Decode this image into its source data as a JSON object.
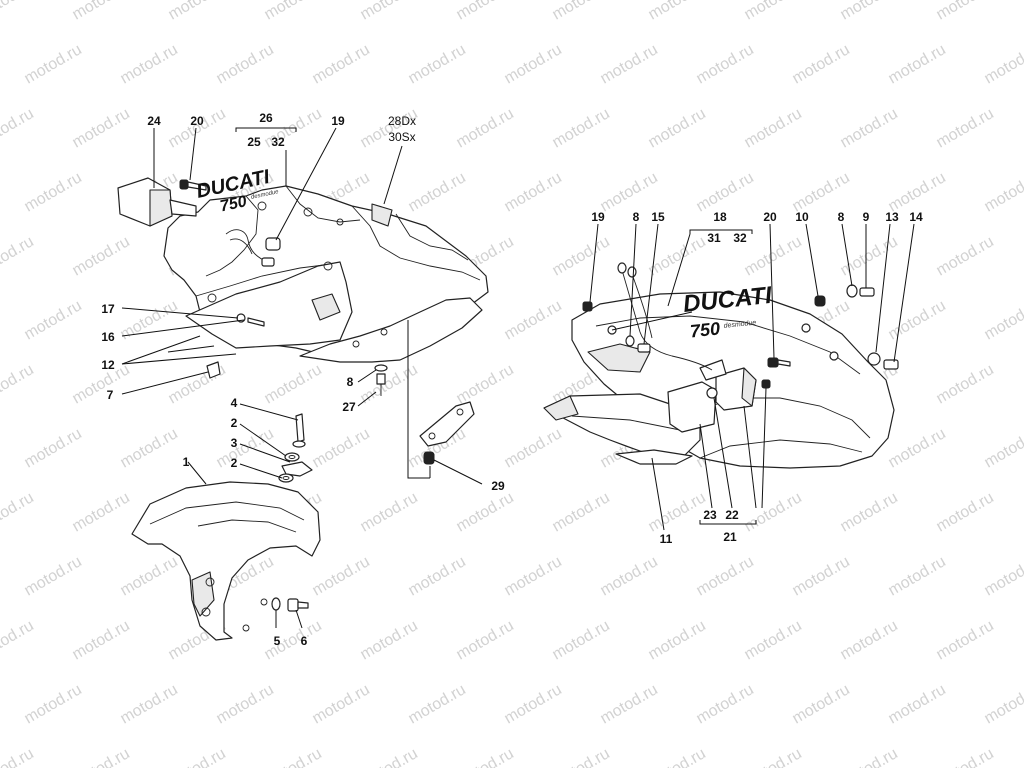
{
  "watermark": "motod.ru",
  "brand": {
    "logo_text": "DUCATI",
    "model_text": "750",
    "sub_text": "desmodue"
  },
  "callouts": {
    "c24": "24",
    "c20a": "20",
    "c26": "26",
    "c25": "25",
    "c32a": "32",
    "c19a": "19",
    "c28": "28Dx",
    "c30": "30Sx",
    "c17": "17",
    "c16": "16",
    "c12": "12",
    "c7": "7",
    "c8a": "8",
    "c27": "27",
    "c29": "29",
    "c4": "4",
    "c2a": "2",
    "c3": "3",
    "c2b": "2",
    "c1": "1",
    "c5": "5",
    "c6": "6",
    "c19b": "19",
    "c8b": "8",
    "c15": "15",
    "c18": "18",
    "c31": "31",
    "c32b": "32",
    "c20b": "20",
    "c10": "10",
    "c8c": "8",
    "c9": "9",
    "c13": "13",
    "c14": "14",
    "c11": "11",
    "c23": "23",
    "c22": "22",
    "c21": "21"
  }
}
